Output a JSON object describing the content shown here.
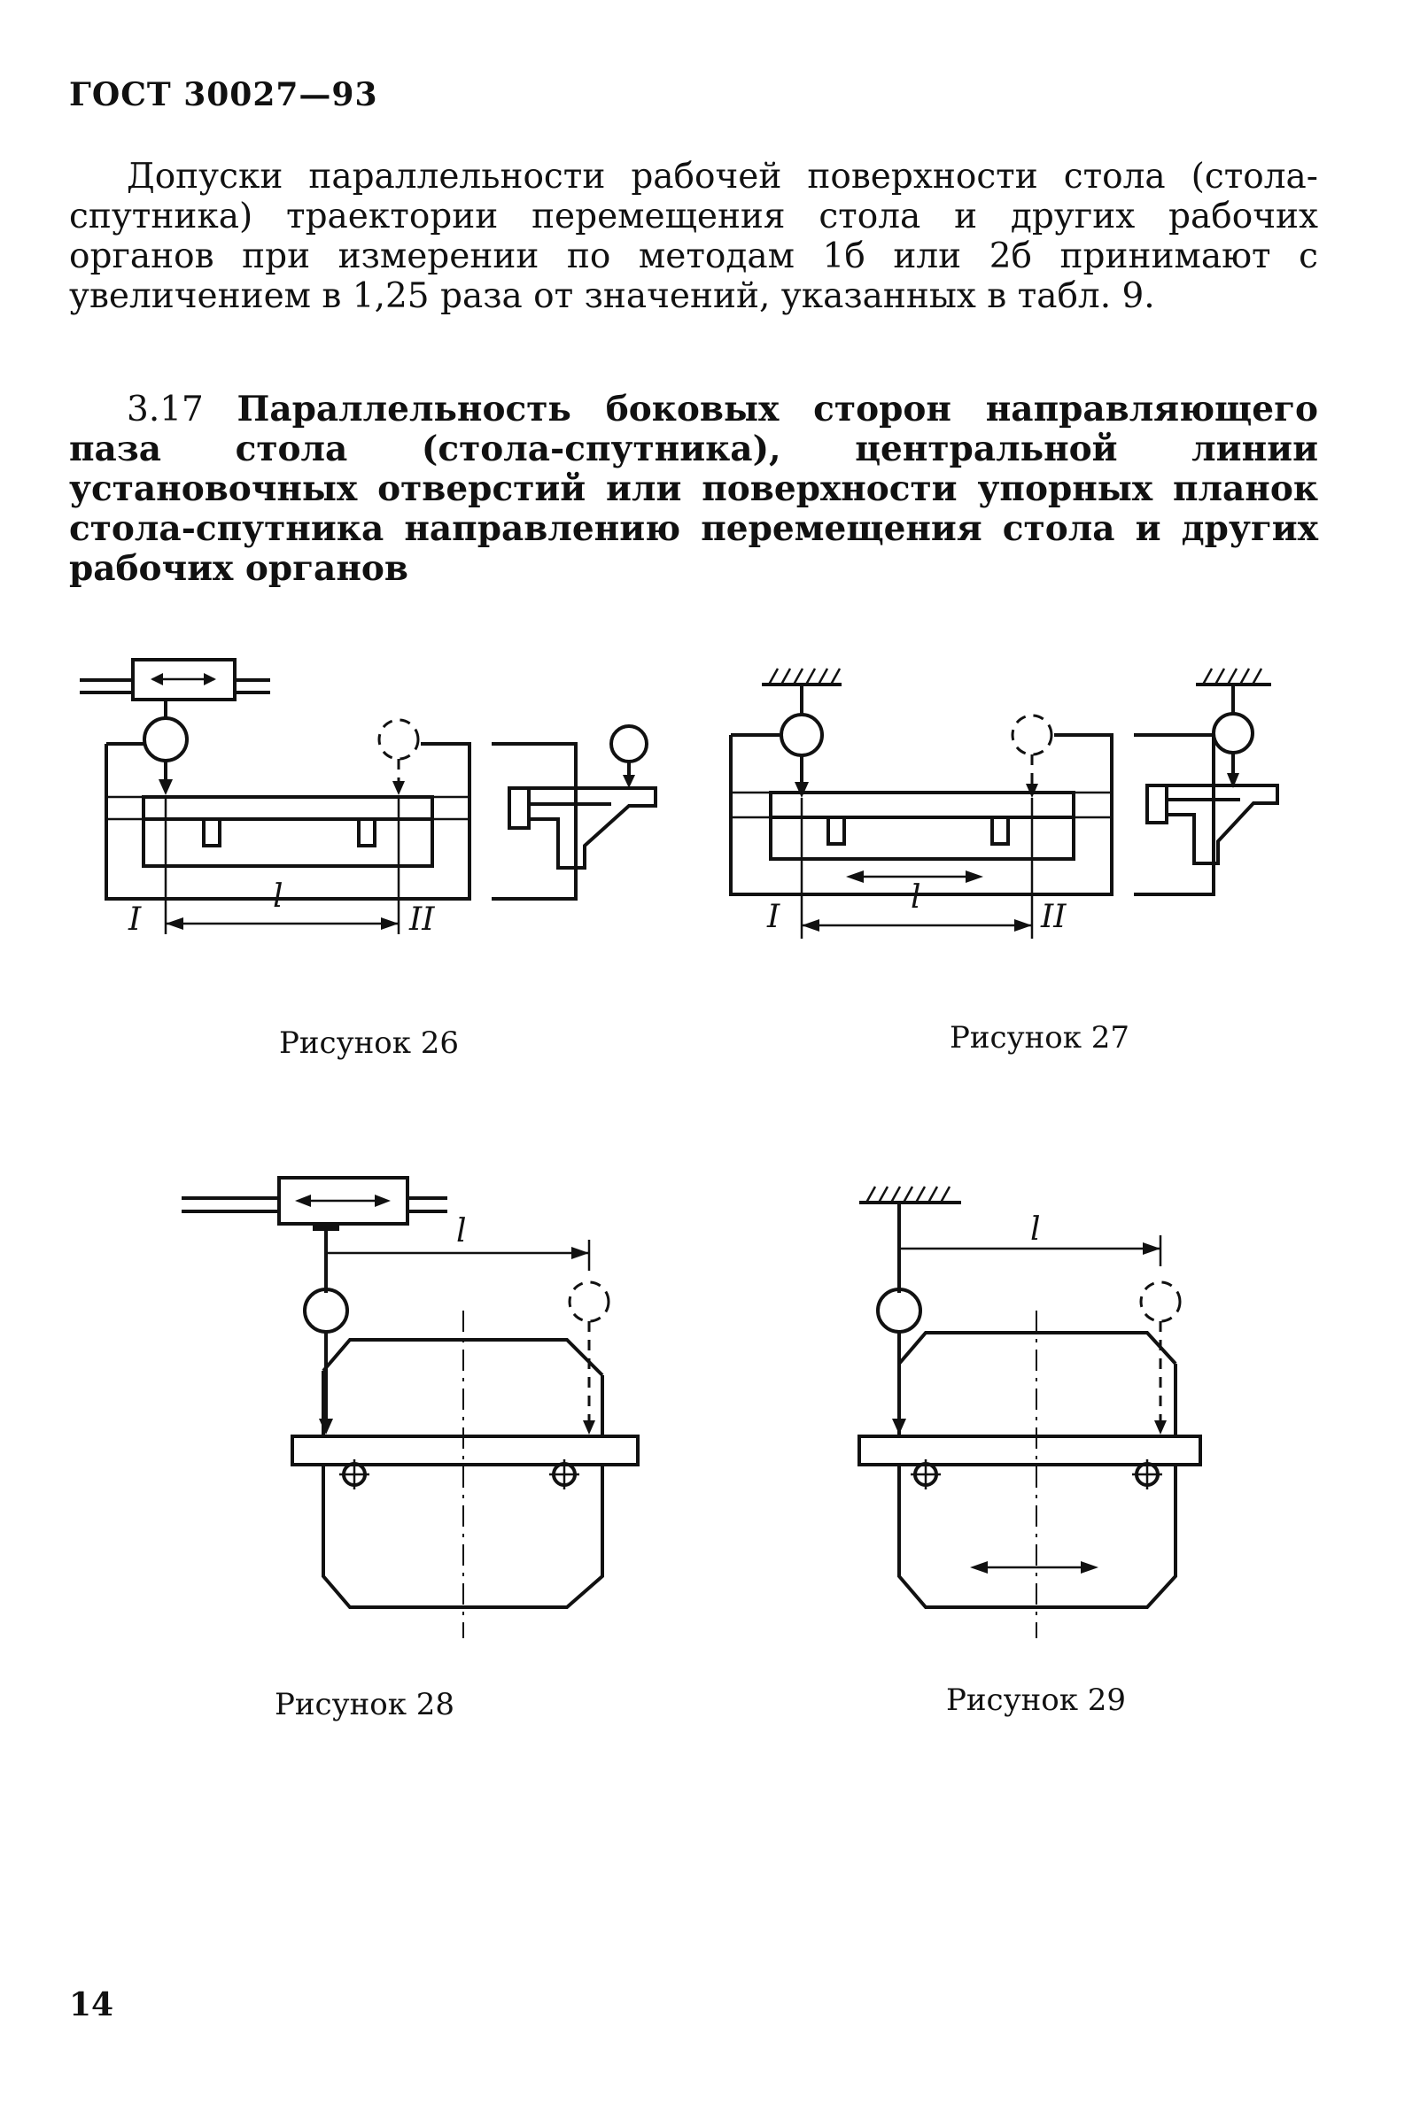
{
  "header": "ГОСТ 30027—93",
  "paragraph1": "Допуски параллельности рабочей поверхности стола (стола-спутника) траектории перемещения стола и других рабочих органов при измерении по методам 1б или 2б принимают с увеличением в 1,25 раза от значений, указанных в табл. 9.",
  "section": {
    "number": "3.17",
    "title": "Параллельность боковых сторон направляющего паза стола (стола-спутника), центральной линии установочных отверстий или поверхности упорных планок стола-спутника направлению перемещения стола и других рабочих органов"
  },
  "figures": {
    "fig26": {
      "caption": "Рисунок 26",
      "label_left": "I",
      "label_right": "II",
      "dim": "l"
    },
    "fig27": {
      "caption": "Рисунок 27",
      "label_left": "I",
      "label_right": "II",
      "dim": "l"
    },
    "fig28": {
      "caption": "Рисунок 28",
      "dim": "l"
    },
    "fig29": {
      "caption": "Рисунок 29",
      "dim": "l"
    }
  },
  "page_number": "14"
}
